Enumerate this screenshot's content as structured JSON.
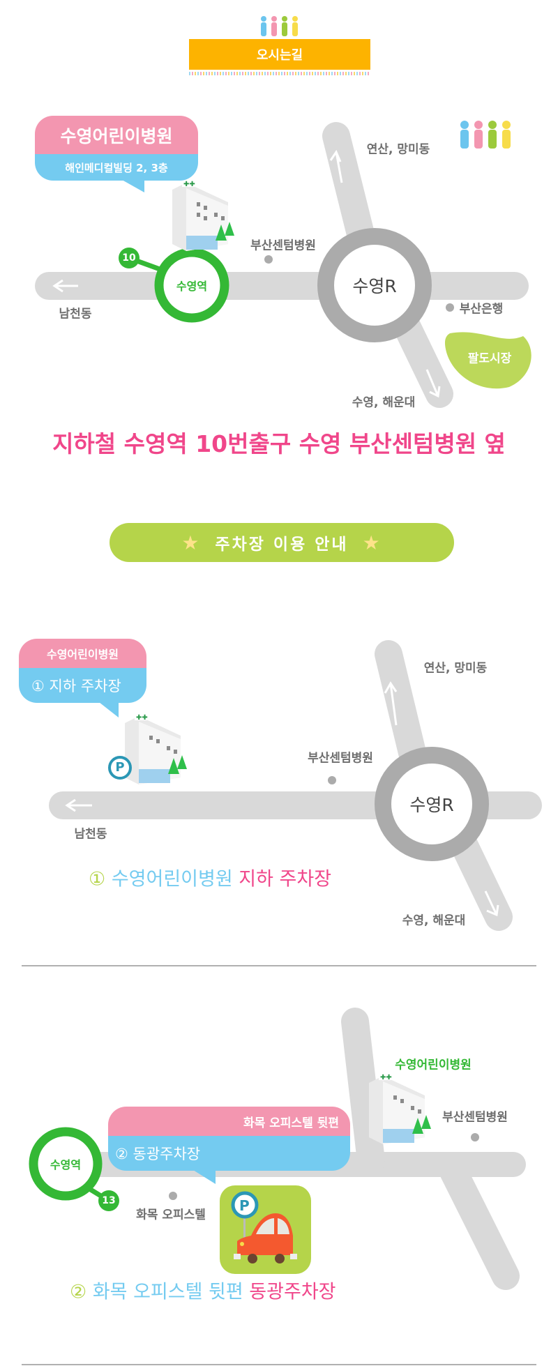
{
  "header": {
    "title": "오시는길"
  },
  "map1": {
    "bubble_title": "수영어린이병원",
    "bubble_subtitle": "해인메디컬빌딩 2, 3층",
    "station_name": "수영역",
    "exit_number": "10",
    "roundabout": "수영R",
    "labels": {
      "north": "연산, 망미동",
      "west": "남천동",
      "centum": "부산센텀병원",
      "bank": "부산은행",
      "market": "팔도시장",
      "south": "수영, 해운대"
    },
    "headline": "지하철 수영역 10번출구 수영 부산센텀병원 옆"
  },
  "parking": {
    "title": "주차장 이용 안내",
    "option1": {
      "bubble_title": "수영어린이병원",
      "bubble_subtitle": "① 지하 주차장",
      "roundabout": "수영R",
      "labels": {
        "north": "연산, 망미동",
        "west": "남천동",
        "centum": "부산센텀병원",
        "south": "수영, 해운대"
      },
      "caption_num": "①",
      "caption_blue": "수영어린이병원",
      "caption_pink": "지하 주차장"
    },
    "option2": {
      "bubble_title": "화목 오피스텔 뒷편",
      "bubble_subtitle": "② 동광주차장",
      "station_name": "수영역",
      "exit_number": "13",
      "hospital_label": "수영어린이병원",
      "labels": {
        "officetel": "화목 오피스텔",
        "centum": "부산센텀병원"
      },
      "caption_num": "②",
      "caption_blue": "화목 오피스텔 뒷편",
      "caption_pink": "동광주차장"
    }
  },
  "colors": {
    "pink": "#f396b0",
    "blue": "#74cbf0",
    "station_green": "#34b835",
    "headline_pink": "#f0468a",
    "road": "#d9d9d9",
    "ring": "#ababab",
    "title_orange": "#fdb300",
    "lime": "#b5d44a"
  }
}
